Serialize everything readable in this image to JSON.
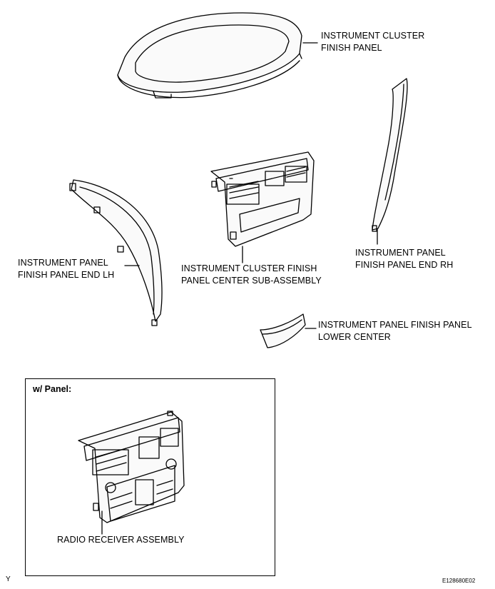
{
  "labels": {
    "cluster_panel": [
      "INSTRUMENT CLUSTER",
      "FINISH PANEL"
    ],
    "end_rh": [
      "INSTRUMENT PANEL",
      "FINISH PANEL END RH"
    ],
    "end_lh": [
      "INSTRUMENT PANEL",
      "FINISH PANEL END LH"
    ],
    "center_sub": [
      "INSTRUMENT CLUSTER FINISH",
      "PANEL CENTER SUB-ASSEMBLY"
    ],
    "lower_center": [
      "INSTRUMENT PANEL FINISH PANEL",
      "LOWER CENTER"
    ],
    "radio": "RADIO RECEIVER ASSEMBLY"
  },
  "inset": {
    "title": "w/ Panel:"
  },
  "corner": {
    "left": "Y",
    "right": "E128680E02"
  }
}
